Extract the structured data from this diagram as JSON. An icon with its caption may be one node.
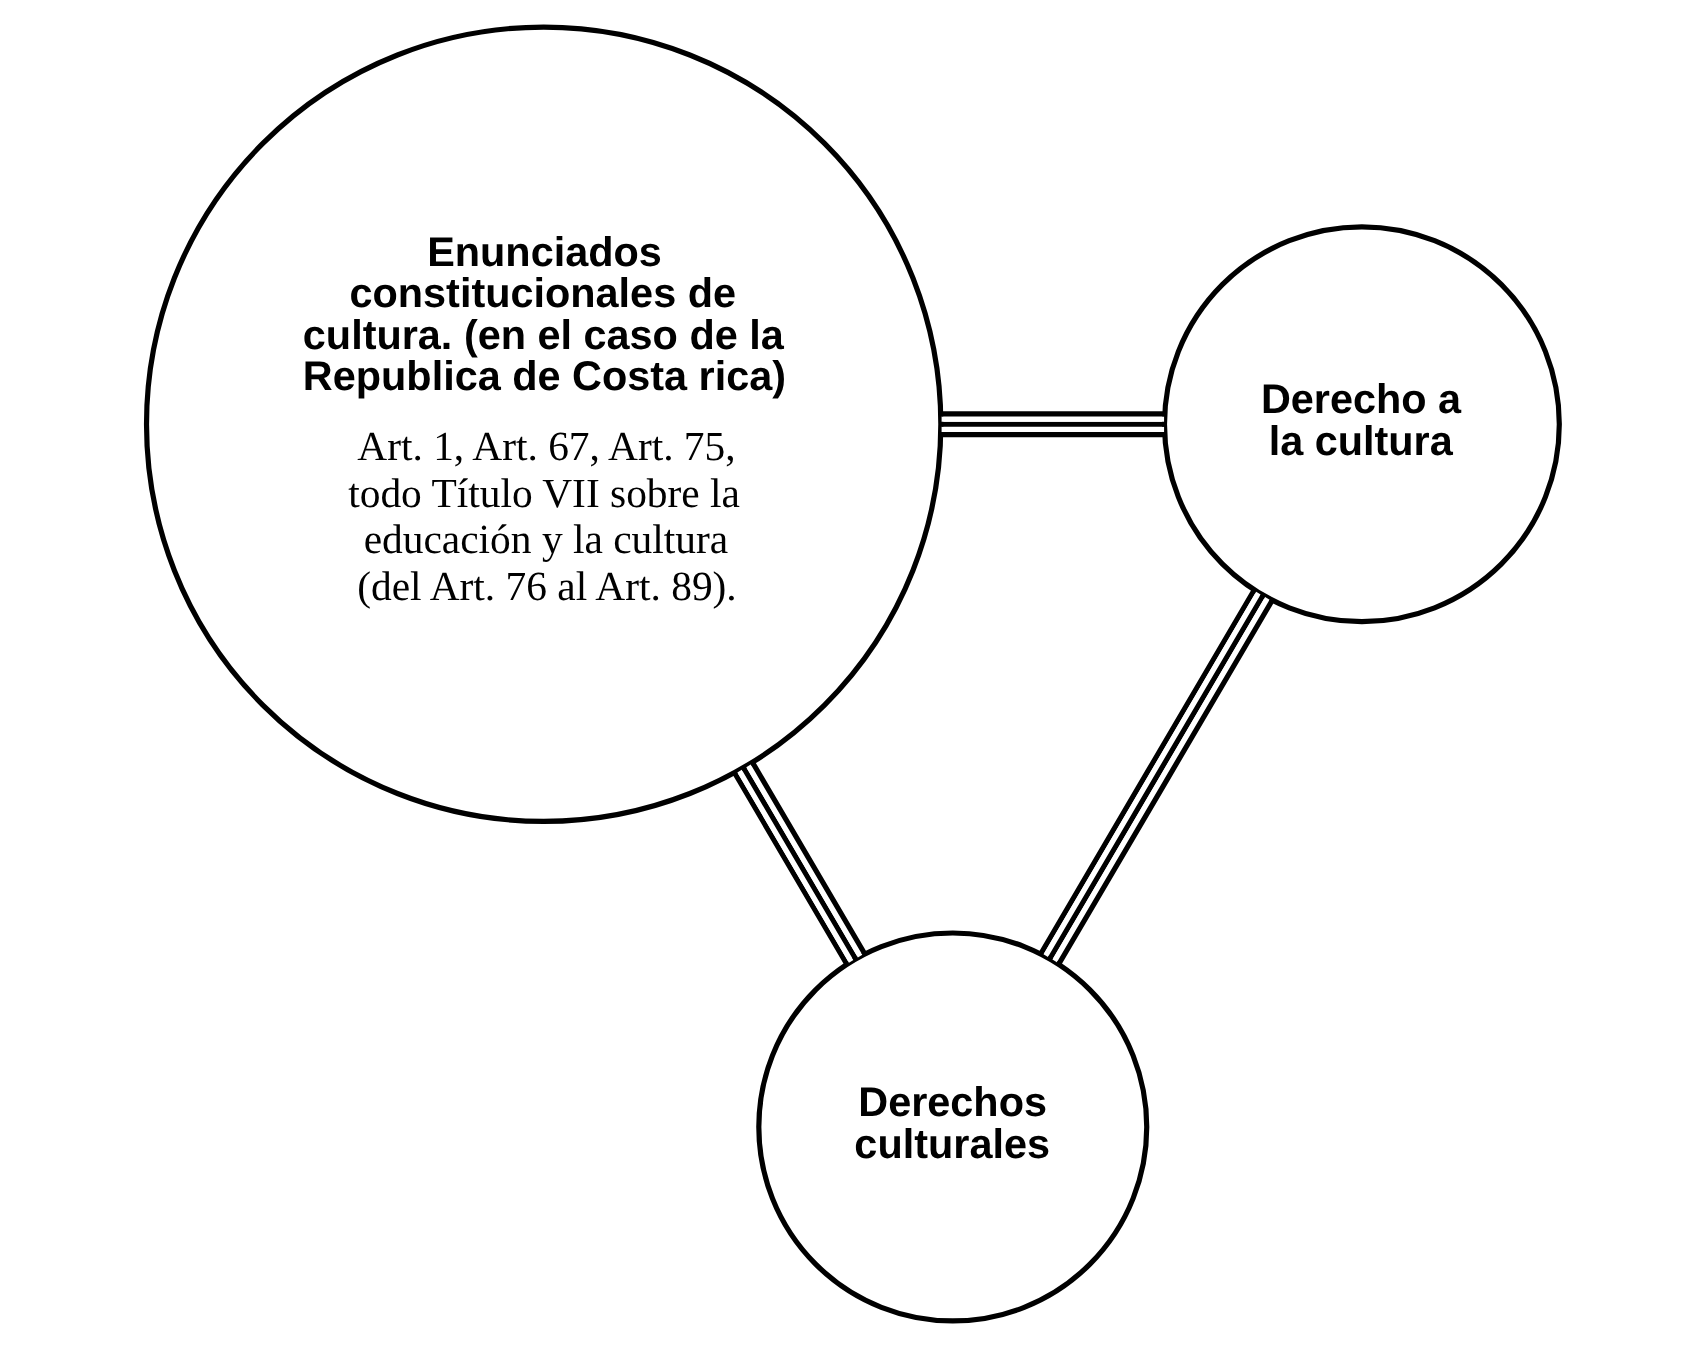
{
  "diagram": {
    "nodes": [
      {
        "text": [
          "Enunciados constitucionales de cultura. (en el caso de la Republica de Costa rica)",
          "Art. 1, Art. 67, Art. 75, todo Título VII sobre la educación y la cultura (del Art. 76 al Art. 89)."
        ]
      },
      {
        "text": [
          "Derecho a la cultura"
        ]
      },
      {
        "text": [
          "Derechos culturales"
        ]
      }
    ],
    "edges": [
      {
        "from": 0,
        "to": 1,
        "arrow": "none"
      },
      {
        "from": 1,
        "to": 2,
        "arrow": "none"
      },
      {
        "from": 0,
        "to": 2,
        "arrow": "none"
      }
    ]
  }
}
